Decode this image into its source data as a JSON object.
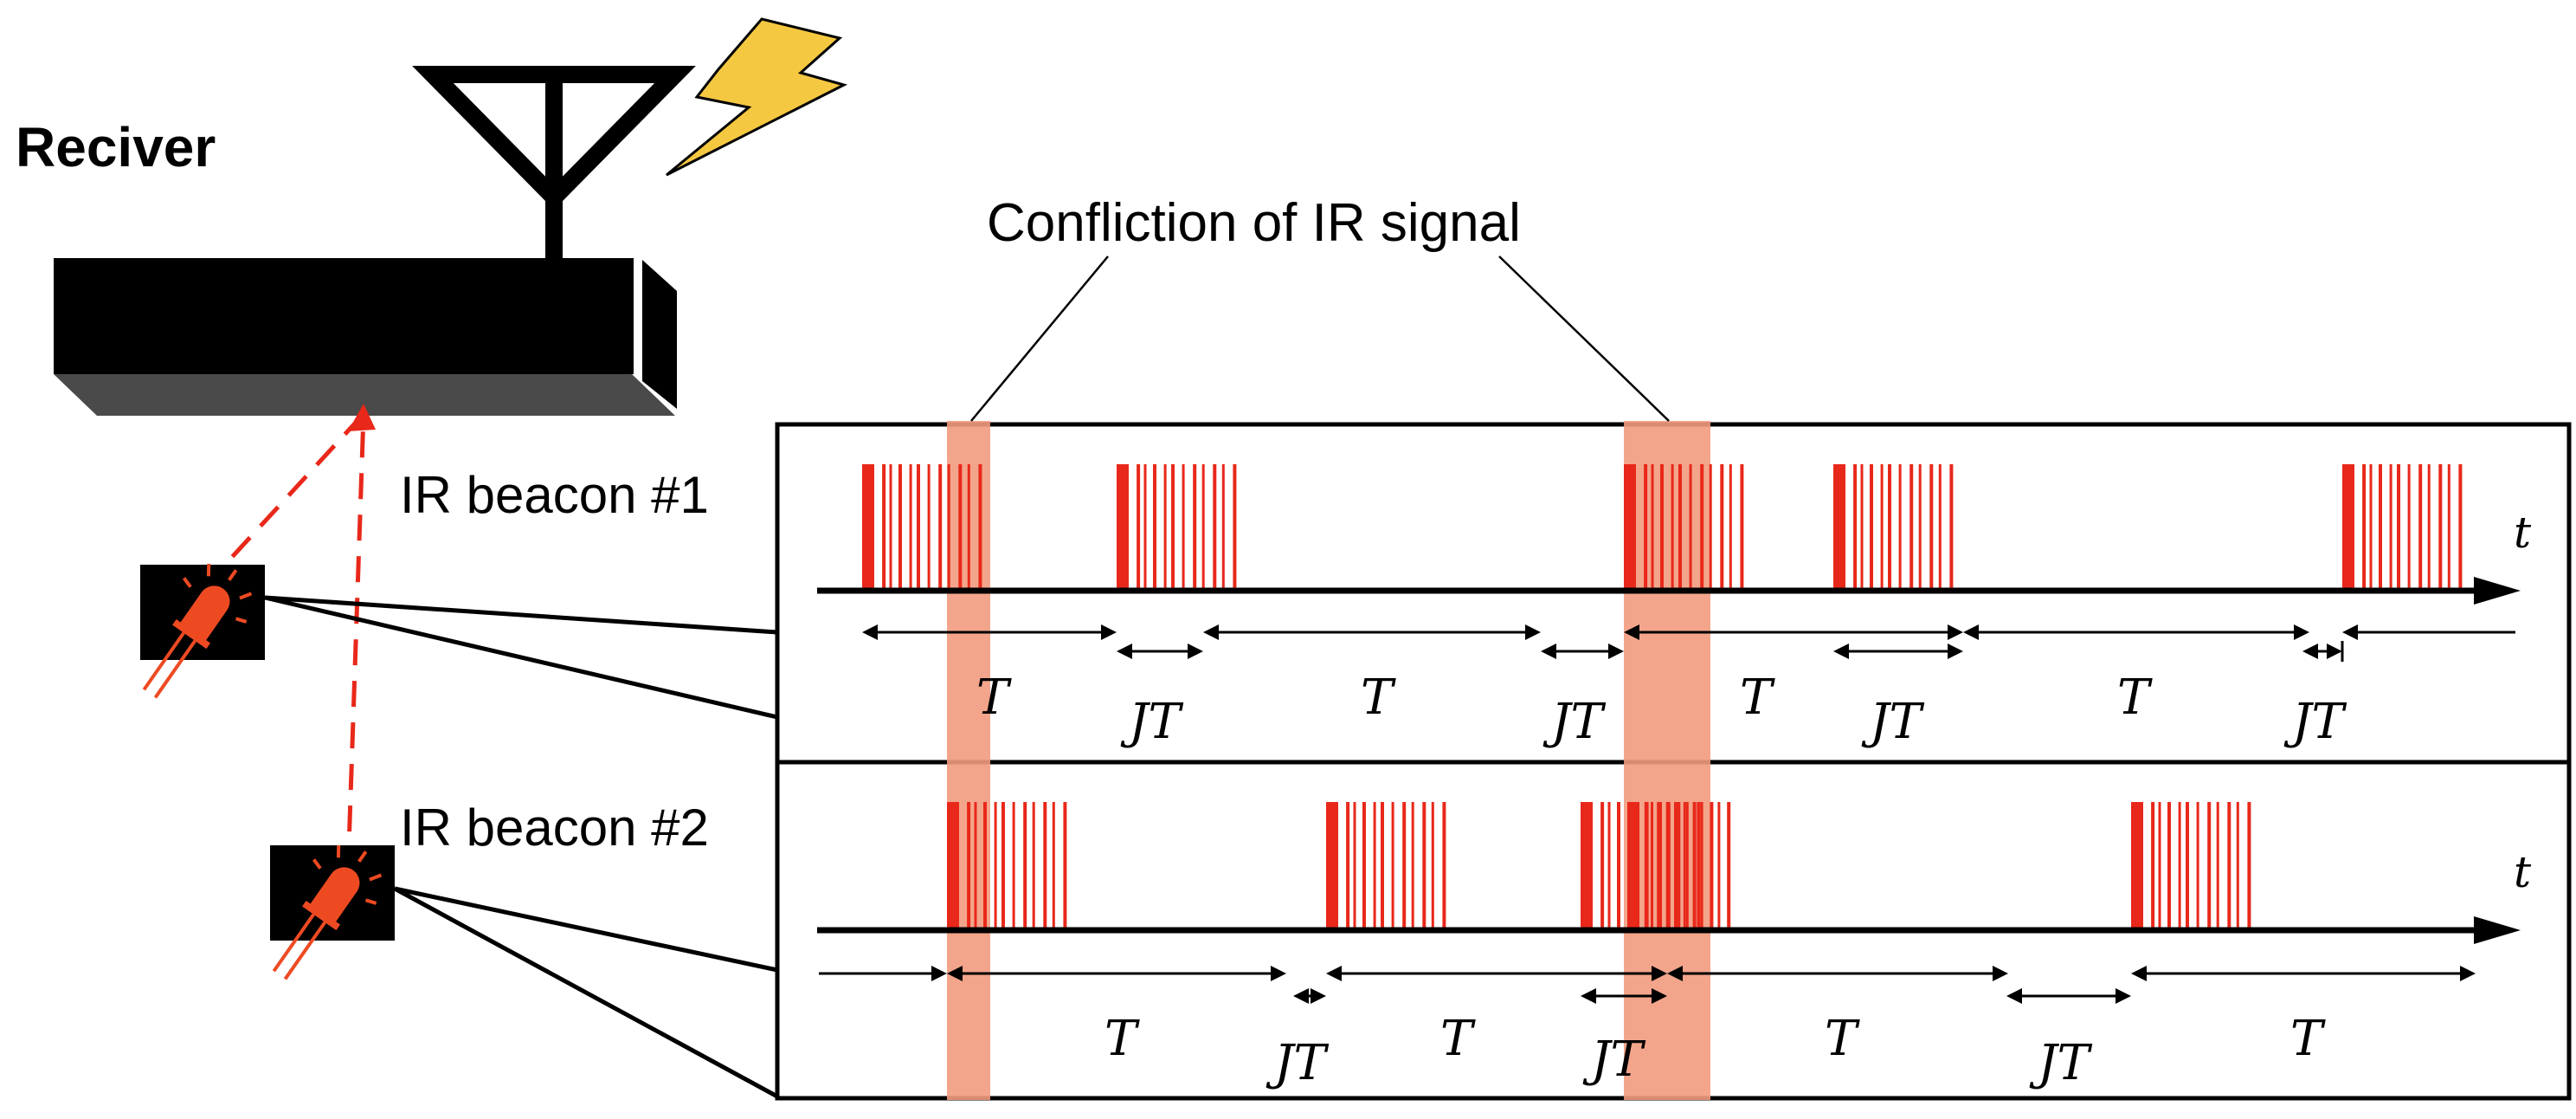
{
  "receiver": {
    "label": "Reciver"
  },
  "callout": {
    "label": "Confliction of IR signal"
  },
  "beacons": [
    {
      "label": "IR beacon #1"
    },
    {
      "label": "IR beacon #2"
    }
  ],
  "timeline": {
    "axis_label": "t",
    "period_label": "T",
    "jitter_label": "JT",
    "beacon1_intervals": [
      "T",
      "JT",
      "T",
      "JT",
      "T",
      "JT",
      "T",
      "JT"
    ],
    "beacon2_intervals": [
      "T",
      "JT",
      "T",
      "JT",
      "T",
      "JT",
      "T"
    ]
  },
  "colors": {
    "pulse": "#e8281a",
    "conflict_band": "#f29b7e",
    "led": "#ee4a22",
    "lightning": "#f5c842",
    "device": "#000000",
    "device_shadow": "#4a4a4a"
  }
}
